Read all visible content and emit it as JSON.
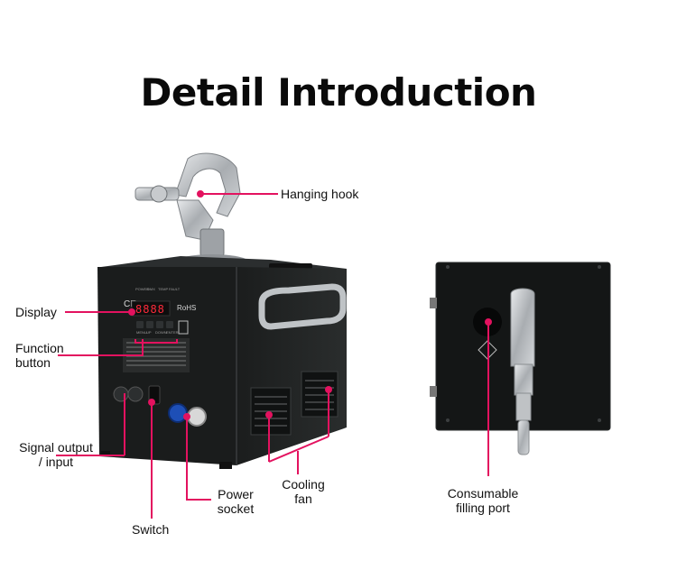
{
  "title": "Detail Introduction",
  "colors": {
    "accent": "#e3125f",
    "device": "#1e2020",
    "panel": "#141616",
    "metal": "#b9bcbf"
  },
  "labels": {
    "hanging_hook": "Hanging hook",
    "display": "Display",
    "function_button_line1": "Function",
    "function_button_line2": "button",
    "signal_line1": "Signal output",
    "signal_line2": "/ input",
    "switch": "Switch",
    "power_line1": "Power",
    "power_line2": "socket",
    "cooling_line1": "Cooling",
    "cooling_line2": "fan",
    "consumable_line1": "Consumable",
    "consumable_line2": "filling port"
  },
  "device": {
    "display_readout": "8888",
    "rohs": "RoHS",
    "ce": "CE",
    "button_labels": [
      "MENU",
      "UP",
      "DOWN",
      "ENTER"
    ],
    "top_leds": [
      "POWER",
      "DMX",
      "TEMP",
      "FAULT"
    ]
  }
}
